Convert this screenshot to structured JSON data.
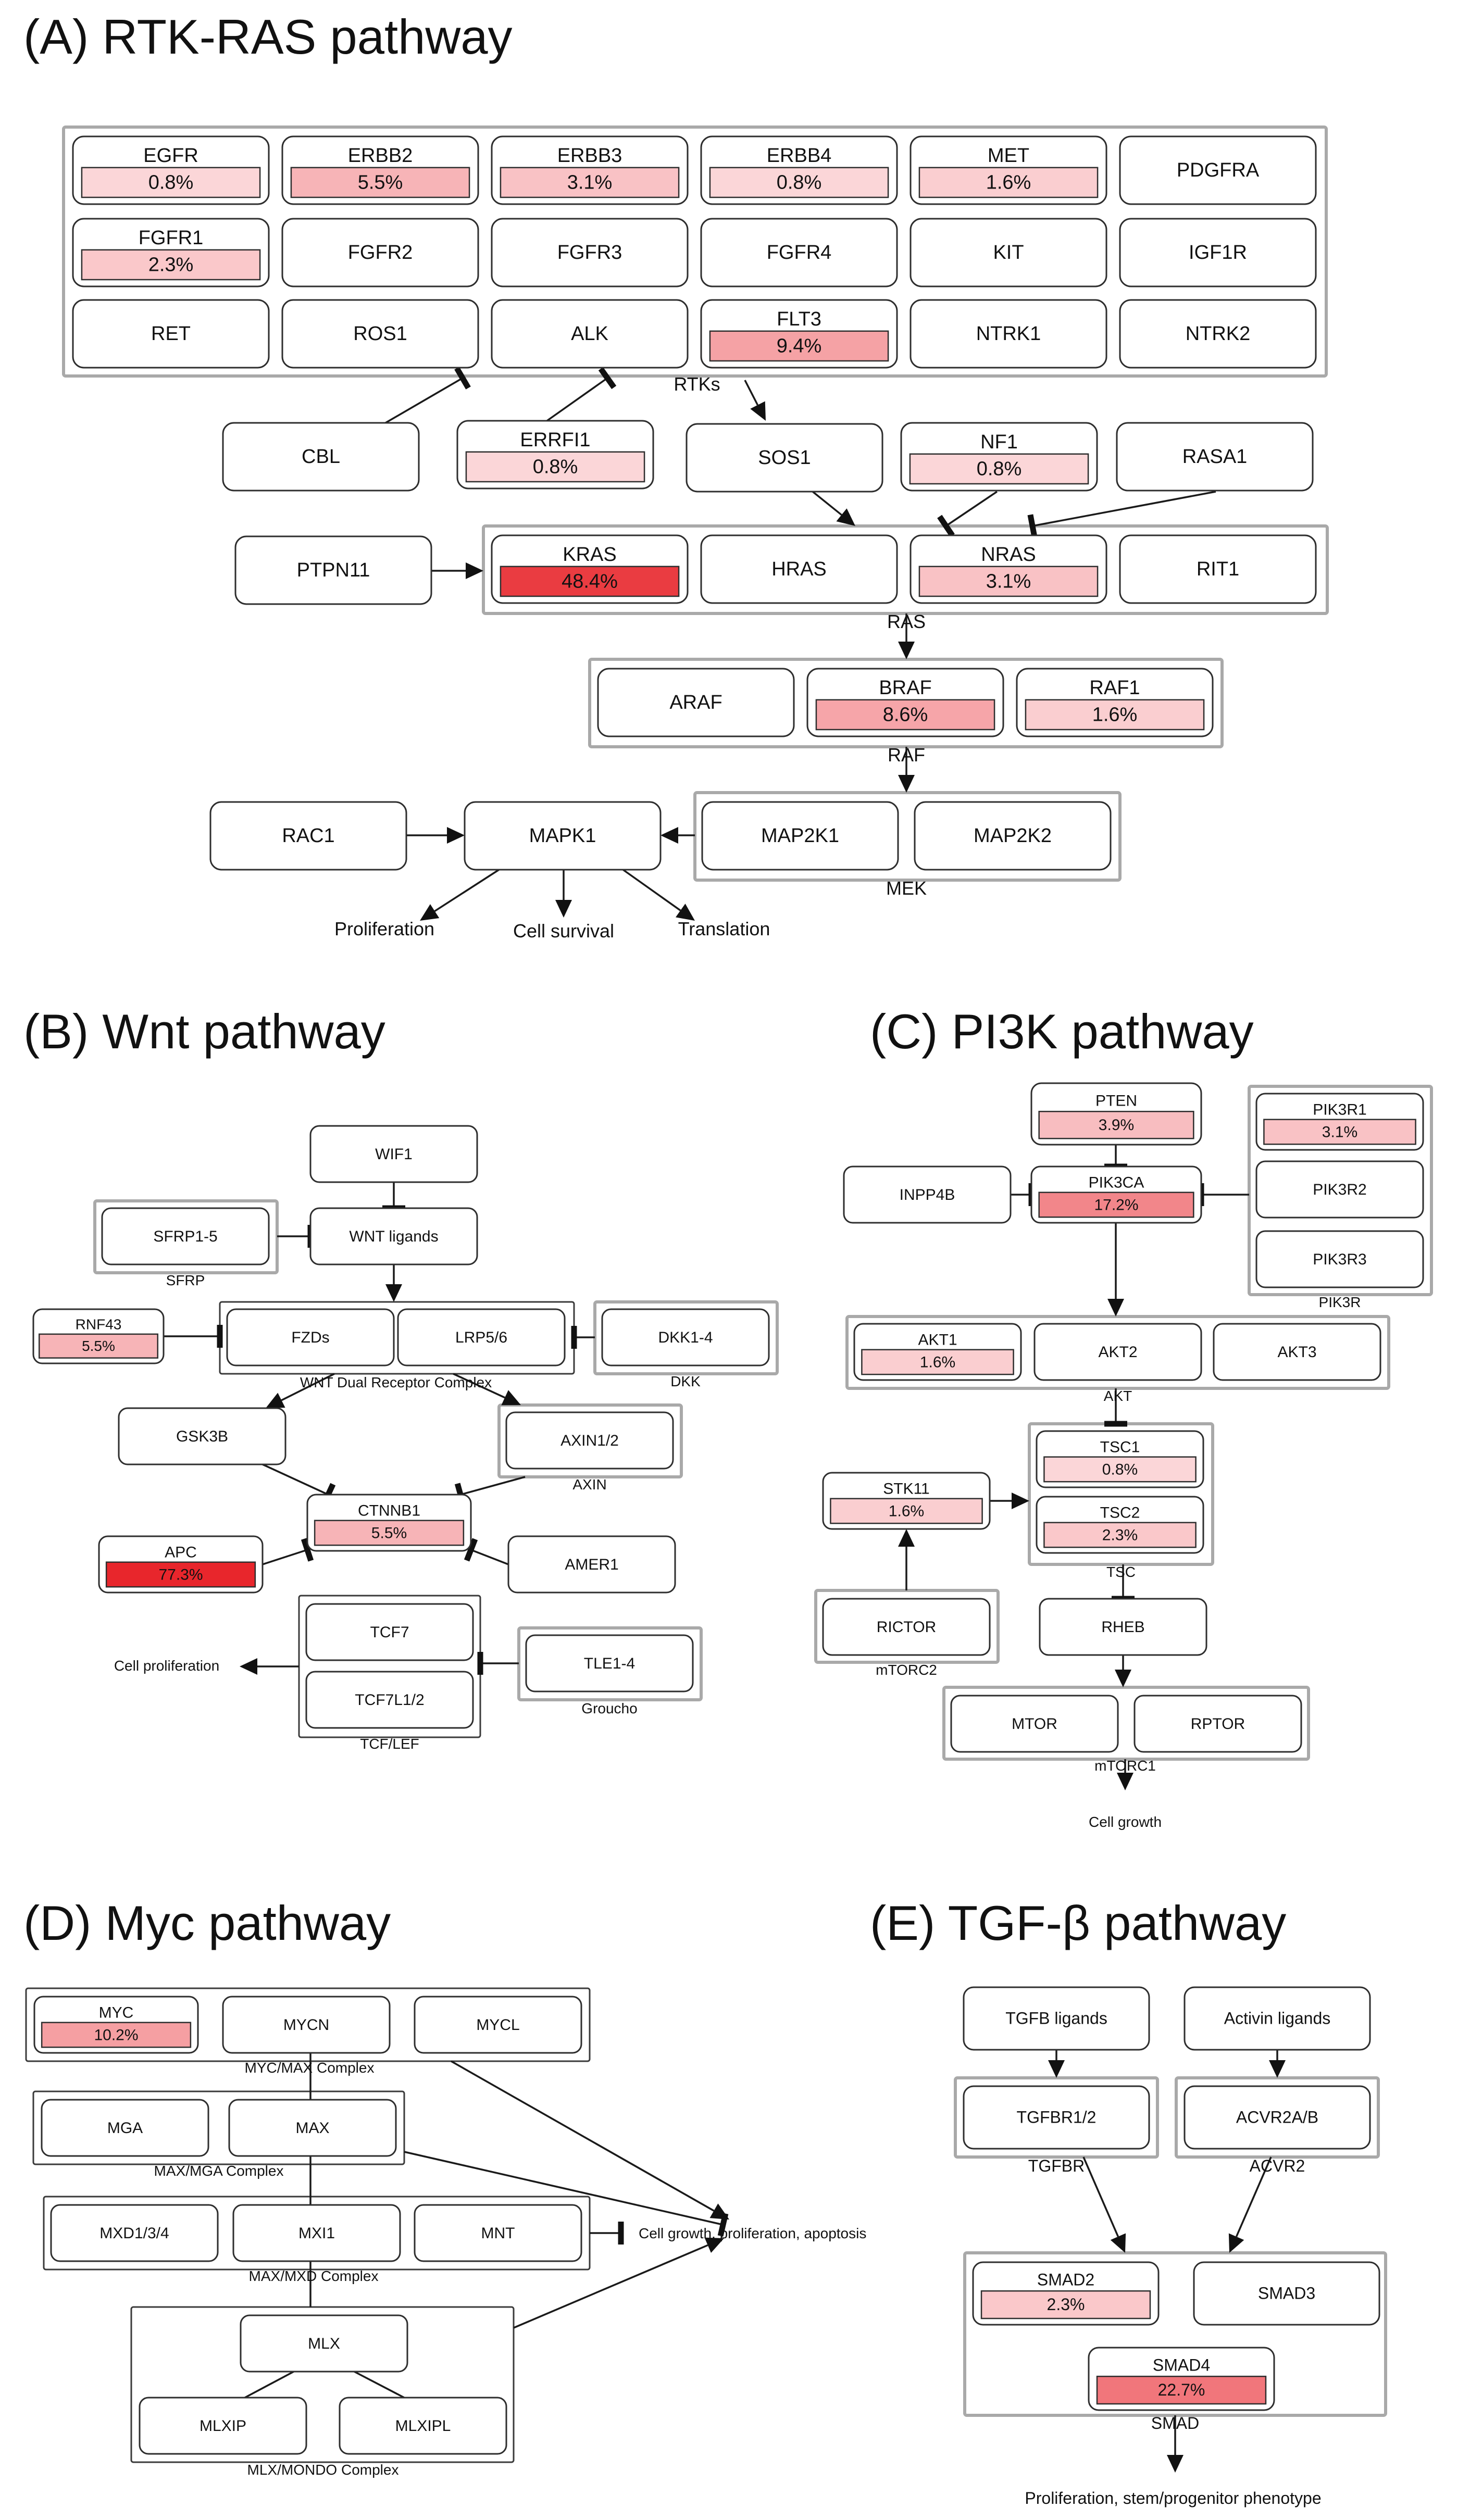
{
  "colors": {
    "low": "#fde8ea",
    "high": "#e8262c"
  },
  "panels": [
    {
      "id": "A",
      "title": "(A)  RTK-RAS pathway"
    },
    {
      "id": "B",
      "title": "(B)  Wnt pathway"
    },
    {
      "id": "C",
      "title": "(C)  PI3K pathway"
    },
    {
      "id": "D",
      "title": "(D)  Myc pathway"
    },
    {
      "id": "E",
      "title": "(E)  TGF-β pathway"
    }
  ],
  "genes": {
    "EGFR": {
      "label": "EGFR",
      "value": "0.8%",
      "pct": 0.8
    },
    "ERBB2": {
      "label": "ERBB2",
      "value": "5.5%",
      "pct": 5.5
    },
    "ERBB3": {
      "label": "ERBB3",
      "value": "3.1%",
      "pct": 3.1
    },
    "ERBB4": {
      "label": "ERBB4",
      "value": "0.8%",
      "pct": 0.8
    },
    "MET": {
      "label": "MET",
      "value": "1.6%",
      "pct": 1.6
    },
    "PDGFRA": {
      "label": "PDGFRA"
    },
    "FGFR1": {
      "label": "FGFR1",
      "value": "2.3%",
      "pct": 2.3
    },
    "FGFR2": {
      "label": "FGFR2"
    },
    "FGFR3": {
      "label": "FGFR3"
    },
    "FGFR4": {
      "label": "FGFR4"
    },
    "KIT": {
      "label": "KIT"
    },
    "IGF1R": {
      "label": "IGF1R"
    },
    "RET": {
      "label": "RET"
    },
    "ROS1": {
      "label": "ROS1"
    },
    "ALK": {
      "label": "ALK"
    },
    "FLT3": {
      "label": "FLT3",
      "value": "9.4%",
      "pct": 9.4
    },
    "NTRK1": {
      "label": "NTRK1"
    },
    "NTRK2": {
      "label": "NTRK2"
    },
    "CBL": {
      "label": "CBL"
    },
    "ERRFI1": {
      "label": "ERRFI1",
      "value": "0.8%",
      "pct": 0.8
    },
    "SOS1": {
      "label": "SOS1"
    },
    "NF1": {
      "label": "NF1",
      "value": "0.8%",
      "pct": 0.8
    },
    "RASA1": {
      "label": "RASA1"
    },
    "PTPN11": {
      "label": "PTPN11"
    },
    "KRAS": {
      "label": "KRAS",
      "value": "48.4%",
      "pct": 48.4
    },
    "HRAS": {
      "label": "HRAS"
    },
    "NRAS": {
      "label": "NRAS",
      "value": "3.1%",
      "pct": 3.1
    },
    "RIT1": {
      "label": "RIT1"
    },
    "ARAF": {
      "label": "ARAF"
    },
    "BRAF": {
      "label": "BRAF",
      "value": "8.6%",
      "pct": 8.6
    },
    "RAF1": {
      "label": "RAF1",
      "value": "1.6%",
      "pct": 1.6
    },
    "RAC1": {
      "label": "RAC1"
    },
    "MAPK1": {
      "label": "MAPK1"
    },
    "MAP2K1": {
      "label": "MAP2K1"
    },
    "MAP2K2": {
      "label": "MAP2K2"
    },
    "WIF1": {
      "label": "WIF1"
    },
    "SFRP1-5": {
      "label": "SFRP1-5"
    },
    "WNT ligands": {
      "label": "WNT ligands"
    },
    "RNF43": {
      "label": "RNF43",
      "value": "5.5%",
      "pct": 5.5
    },
    "FZDs": {
      "label": "FZDs"
    },
    "LRP5/6": {
      "label": "LRP5/6"
    },
    "DKK1-4": {
      "label": "DKK1-4"
    },
    "GSK3B": {
      "label": "GSK3B"
    },
    "AXIN1/2": {
      "label": "AXIN1/2"
    },
    "CTNNB1": {
      "label": "CTNNB1",
      "value": "5.5%",
      "pct": 5.5
    },
    "APC": {
      "label": "APC",
      "value": "77.3%",
      "pct": 77.3
    },
    "AMER1": {
      "label": "AMER1"
    },
    "TCF7": {
      "label": "TCF7"
    },
    "TCF7L1/2": {
      "label": "TCF7L1/2"
    },
    "TLE1-4": {
      "label": "TLE1-4"
    },
    "PTEN": {
      "label": "PTEN",
      "value": "3.9%",
      "pct": 3.9
    },
    "INPP4B": {
      "label": "INPP4B"
    },
    "PIK3CA": {
      "label": "PIK3CA",
      "value": "17.2%",
      "pct": 17.2
    },
    "PIK3R1": {
      "label": "PIK3R1",
      "value": "3.1%",
      "pct": 3.1
    },
    "PIK3R2": {
      "label": "PIK3R2"
    },
    "PIK3R3": {
      "label": "PIK3R3"
    },
    "AKT1": {
      "label": "AKT1",
      "value": "1.6%",
      "pct": 1.6
    },
    "AKT2": {
      "label": "AKT2"
    },
    "AKT3": {
      "label": "AKT3"
    },
    "STK11": {
      "label": "STK11",
      "value": "1.6%",
      "pct": 1.6
    },
    "TSC1": {
      "label": "TSC1",
      "value": "0.8%",
      "pct": 0.8
    },
    "TSC2": {
      "label": "TSC2",
      "value": "2.3%",
      "pct": 2.3
    },
    "RICTOR": {
      "label": "RICTOR"
    },
    "RHEB": {
      "label": "RHEB"
    },
    "MTOR": {
      "label": "MTOR"
    },
    "RPTOR": {
      "label": "RPTOR"
    },
    "MYC": {
      "label": "MYC",
      "value": "10.2%",
      "pct": 10.2
    },
    "MYCN": {
      "label": "MYCN"
    },
    "MYCL": {
      "label": "MYCL"
    },
    "MGA": {
      "label": "MGA"
    },
    "MAX": {
      "label": "MAX"
    },
    "MXD1/3/4": {
      "label": "MXD1/3/4"
    },
    "MXI1": {
      "label": "MXI1"
    },
    "MNT": {
      "label": "MNT"
    },
    "MLX": {
      "label": "MLX"
    },
    "MLXIP": {
      "label": "MLXIP"
    },
    "MLXIPL": {
      "label": "MLXIPL"
    },
    "TGFB ligands": {
      "label": "TGFB ligands"
    },
    "Activin ligands": {
      "label": "Activin ligands"
    },
    "TGFBR1/2": {
      "label": "TGFBR1/2"
    },
    "ACVR2A/B": {
      "label": "ACVR2A/B"
    },
    "SMAD2": {
      "label": "SMAD2",
      "value": "2.3%",
      "pct": 2.3
    },
    "SMAD3": {
      "label": "SMAD3"
    },
    "SMAD4": {
      "label": "SMAD4",
      "value": "22.7%",
      "pct": 22.7
    }
  },
  "groups": {
    "rtks": "RTKs",
    "ras": "RAS",
    "raf": "RAF",
    "mek": "MEK",
    "sfrp": "SFRP",
    "wnt_complex": "WNT Dual Receptor Complex",
    "dkk": "DKK",
    "axin": "AXIN",
    "tcf": "TCF/LEF",
    "groucho": "Groucho",
    "pik3r": "PIK3R",
    "akt": "AKT",
    "tsc": "TSC",
    "mtorc2": "mTORC2",
    "mtorc1": "mTORC1",
    "myc_max": "MYC/MAX Complex",
    "max_mga": "MAX/MGA Complex",
    "max_mxd": "MAX/MXD Complex",
    "mlx_mondo": "MLX/MONDO Complex",
    "tgfbr": "TGFBR",
    "acvr2": "ACVR2",
    "smad": "SMAD"
  },
  "outputs": {
    "proliferation": "Proliferation",
    "cell_survival": "Cell survival",
    "translation": "Translation",
    "cell_proliferation": "Cell proliferation",
    "cell_growth": "Cell growth",
    "myc_output": "Cell growth, proliferation, apoptosis",
    "tgf_output": "Proliferation, stem/progenitor phenotype"
  }
}
